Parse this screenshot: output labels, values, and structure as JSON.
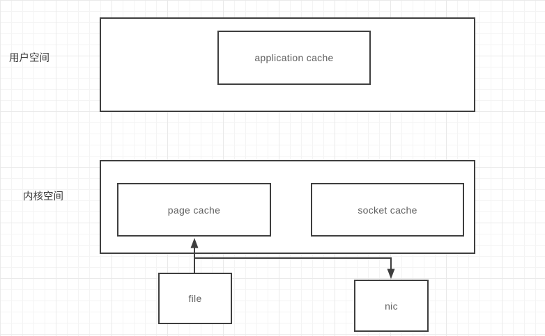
{
  "diagram": {
    "user_space_label": "用户空间",
    "kernel_space_label": "内核空间",
    "application_cache_label": "application cache",
    "page_cache_label": "page cache",
    "socket_cache_label": "socket cache",
    "file_label": "file",
    "nic_label": "nic",
    "connections": [
      {
        "from": "file",
        "to": "page cache",
        "arrowhead": "up"
      },
      {
        "from": "file",
        "to": "nic",
        "arrowhead": "down"
      }
    ],
    "colors": {
      "background": "#ffffff",
      "grid_minor": "#f4f4f4",
      "grid_major": "#e9e9e9",
      "box_border": "#3e3e3e",
      "box_text": "#5f5f5f",
      "label_text": "#3c3c3c",
      "arrow": "#3e3e3e"
    }
  }
}
